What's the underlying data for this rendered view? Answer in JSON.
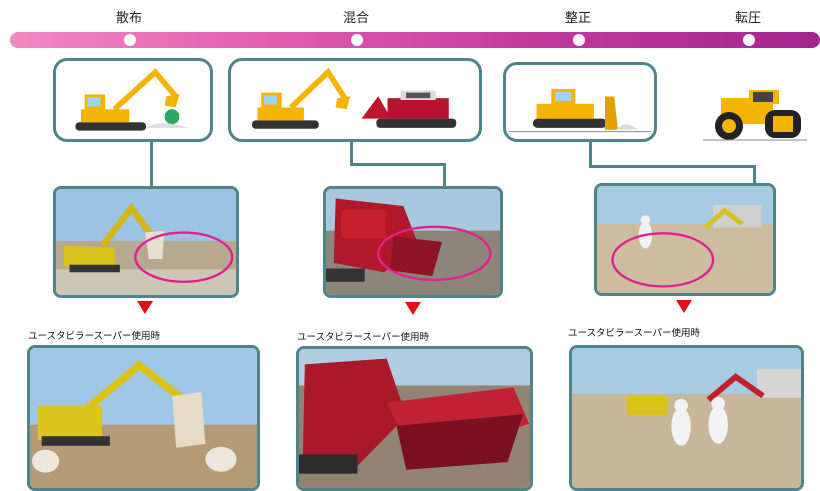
{
  "stages": [
    {
      "label": "散布"
    },
    {
      "label": "混合"
    },
    {
      "label": "整正"
    },
    {
      "label": "転圧"
    }
  ],
  "caption": "ユースタビラースーパー使用時",
  "colors": {
    "timeline_start": "#f08ac2",
    "timeline_end": "#a2268e",
    "frame": "#4f8488",
    "arrow": "#e0101a",
    "highlight_ellipse": "#e0218f",
    "machine_yellow": "#f4b400"
  }
}
